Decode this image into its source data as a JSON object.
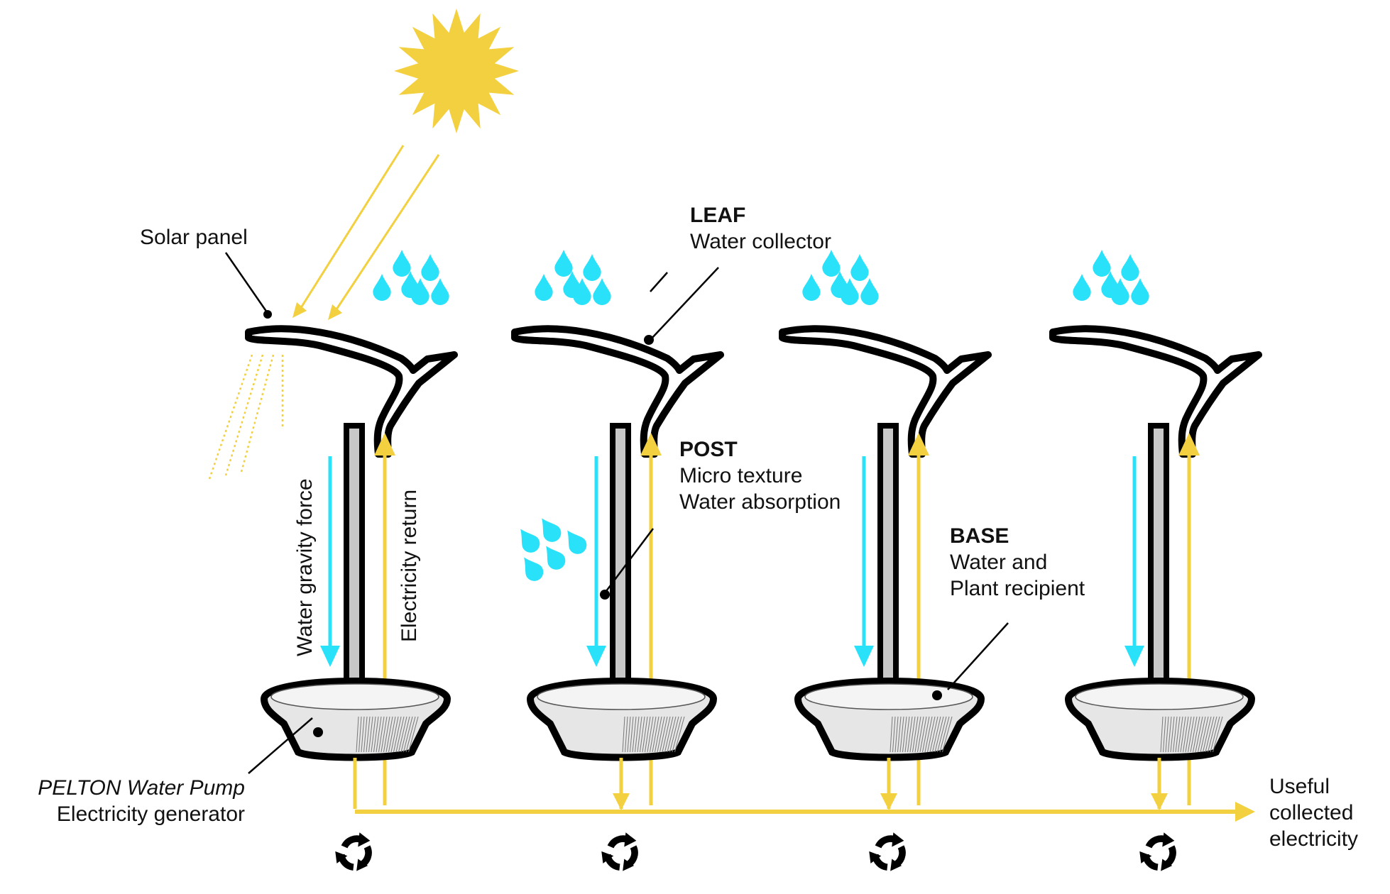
{
  "colors": {
    "sun": "#F2D03F",
    "solar_arrow": "#F2D03F",
    "electricity": "#F2D03F",
    "water": "#29E2FA",
    "outline": "#000000",
    "text": "#111111"
  },
  "labels": {
    "solar_panel": "Solar panel",
    "leaf_title": "LEAF",
    "leaf_desc": "Water collector",
    "post_title": "POST",
    "post_desc_1": "Micro texture",
    "post_desc_2": "Water absorption",
    "base_title": "BASE",
    "base_desc_1": "Water and",
    "base_desc_2": "Plant recipient",
    "pump_title": "PELTON Water Pump",
    "pump_desc": "Electricity generator",
    "water_gravity": "Water gravity force",
    "electricity_return": "Electricity return",
    "output_1": "Useful",
    "output_2": "collected",
    "output_3": "electricity"
  },
  "units": [
    {
      "name": "unit-1",
      "has_solar_panel": true
    },
    {
      "name": "unit-2",
      "has_solar_panel": false
    },
    {
      "name": "unit-3",
      "has_solar_panel": false
    },
    {
      "name": "unit-4",
      "has_solar_panel": false
    }
  ],
  "icons": {
    "sun": "sun-icon",
    "rain": "raindrops-icon",
    "cycle": "recycle-icon"
  }
}
